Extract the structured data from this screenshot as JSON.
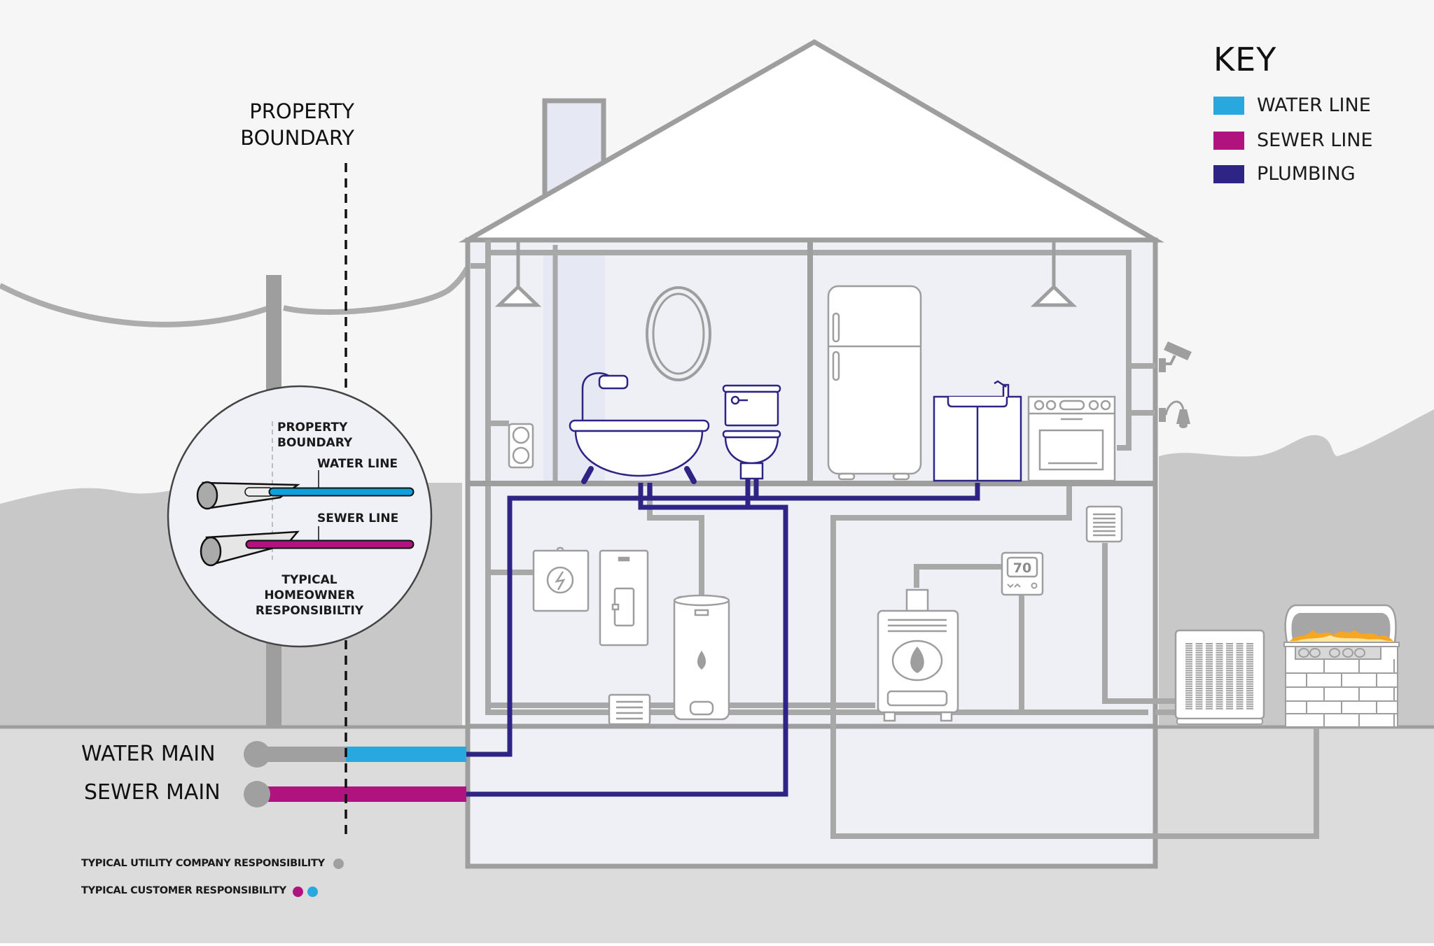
{
  "diagram": {
    "title": "Home water, sewer and plumbing responsibility diagram",
    "colors": {
      "water_line": "#29a8e0",
      "sewer_line": "#b0137e",
      "plumbing": "#2e2485",
      "utility": "#a0a0a0",
      "structure": "#9e9e9e",
      "interior": "#eef0f6",
      "ground_upper": "#c8c8c8",
      "ground_lower": "#dcdcdc",
      "sky": "#f6f6f6"
    }
  },
  "key": {
    "title": "KEY",
    "items": [
      {
        "label": "WATER LINE",
        "color": "#29a8e0"
      },
      {
        "label": "SEWER LINE",
        "color": "#b0137e"
      },
      {
        "label": "PLUMBING",
        "color": "#2e2485"
      }
    ]
  },
  "property_boundary": {
    "label_line1": "PROPERTY",
    "label_line2": "BOUNDARY"
  },
  "mains": {
    "water_main": "WATER MAIN",
    "sewer_main": "SEWER MAIN"
  },
  "responsibility_legend": {
    "utility": {
      "label": "TYPICAL UTILITY  COMPANY RESPONSIBILITY",
      "dots": [
        "#a0a0a0"
      ]
    },
    "customer": {
      "label": "TYPICAL CUSTOMER RESPONSIBILITY",
      "dots": [
        "#b0137e",
        "#29a8e0"
      ]
    }
  },
  "inset": {
    "boundary_line1": "PROPERTY",
    "boundary_line2": "BOUNDARY",
    "water_line": "WATER LINE",
    "sewer_line": "SEWER LINE",
    "caption_line1": "TYPICAL",
    "caption_line2": "HOMEOWNER",
    "caption_line3": "RESPONSIBILTIY"
  },
  "thermostat": {
    "temperature": "70"
  },
  "fixtures": {
    "upper_floor": [
      "ceiling-light",
      "power-outlet",
      "bathtub",
      "mirror",
      "toilet",
      "refrigerator",
      "kitchen-sink",
      "stove",
      "ceiling-light"
    ],
    "lower_floor": [
      "electrical-panel",
      "breaker-box",
      "water-heater",
      "floor-vent",
      "furnace",
      "thermostat",
      "wall-vent"
    ],
    "exterior": [
      "power-pole",
      "security-camera",
      "porch-light",
      "ac-unit",
      "grill",
      "chimney"
    ]
  }
}
